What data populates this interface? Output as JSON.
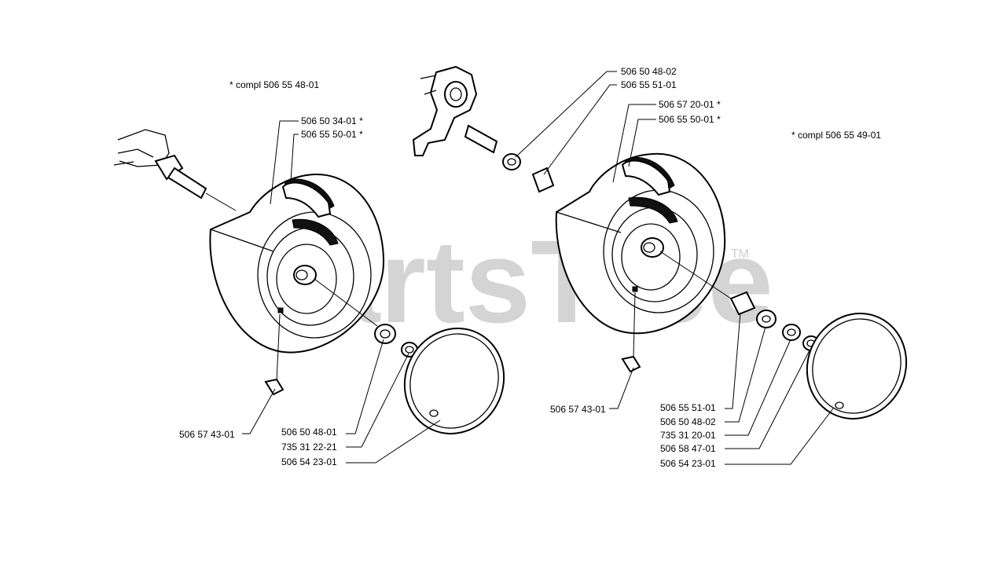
{
  "watermark": {
    "text": "PartsTree",
    "trademark": "TM"
  },
  "left_assembly": {
    "compl_note": "*  compl 506 55 48-01",
    "labels": [
      {
        "id": "l1",
        "text": "506 50 34-01  *"
      },
      {
        "id": "l2",
        "text": "506 55 50-01  *"
      },
      {
        "id": "l3",
        "text": "506 57 43-01"
      },
      {
        "id": "l4",
        "text": "506 50 48-01"
      },
      {
        "id": "l5",
        "text": "735 31 22-21"
      },
      {
        "id": "l6",
        "text": "506 54 23-01"
      }
    ]
  },
  "right_assembly": {
    "compl_note": "*  compl 506 55 49-01",
    "labels": [
      {
        "id": "r1",
        "text": "506 50 48-02"
      },
      {
        "id": "r2",
        "text": "506 55 51-01"
      },
      {
        "id": "r3",
        "text": "506 57 20-01  *"
      },
      {
        "id": "r4",
        "text": "506 55 50-01  *"
      },
      {
        "id": "r5",
        "text": "506 57 43-01"
      },
      {
        "id": "r6",
        "text": "506 55 51-01"
      },
      {
        "id": "r7",
        "text": "506 50 48-02"
      },
      {
        "id": "r8",
        "text": "735 31 20-01"
      },
      {
        "id": "r9",
        "text": "506 58 47-01"
      },
      {
        "id": "r10",
        "text": "506 54 23-01"
      }
    ]
  }
}
